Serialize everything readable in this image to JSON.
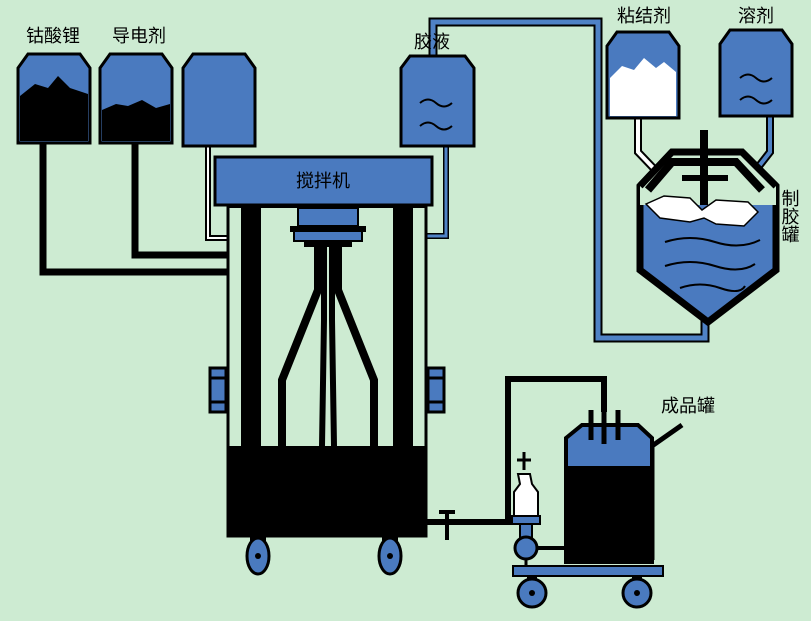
{
  "labels": {
    "cobalt_acid_lithium": "钴酸锂",
    "conductive_agent": "导电剂",
    "glue_liquid": "胶液",
    "binder": "粘结剂",
    "solvent": "溶剂",
    "mixer": "搅拌机",
    "glue_tank": "制胶罐",
    "product_tank": "成品罐"
  },
  "colors": {
    "background": "#cdebd2",
    "equipment_blue": "#4a7abf",
    "pipe_blue": "#4f82c6",
    "fill_black": "#000000",
    "binder_white": "#ffffff"
  }
}
